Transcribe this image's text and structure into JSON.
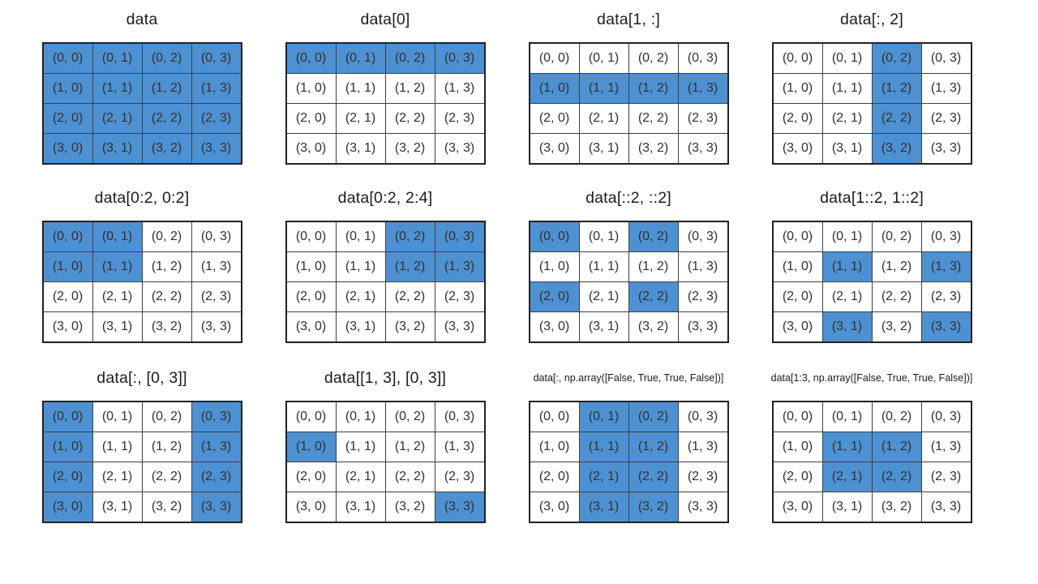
{
  "figure": {
    "description": "NumPy 2-D array indexing examples",
    "highlight_color": "#4e91d2",
    "grid_border_color": "#3f3f3f",
    "cell_labels": [
      [
        "(0, 0)",
        "(0, 1)",
        "(0, 2)",
        "(0, 3)"
      ],
      [
        "(1, 0)",
        "(1, 1)",
        "(1, 2)",
        "(1, 3)"
      ],
      [
        "(2, 0)",
        "(2, 1)",
        "(2, 2)",
        "(2, 3)"
      ],
      [
        "(3, 0)",
        "(3, 1)",
        "(3, 2)",
        "(3, 3)"
      ]
    ],
    "tables": [
      {
        "title": "data",
        "title_style": "normal",
        "highlight_mask": [
          [
            1,
            1,
            1,
            1
          ],
          [
            1,
            1,
            1,
            1
          ],
          [
            1,
            1,
            1,
            1
          ],
          [
            1,
            1,
            1,
            1
          ]
        ]
      },
      {
        "title": "data[0]",
        "title_style": "normal",
        "highlight_mask": [
          [
            1,
            1,
            1,
            1
          ],
          [
            0,
            0,
            0,
            0
          ],
          [
            0,
            0,
            0,
            0
          ],
          [
            0,
            0,
            0,
            0
          ]
        ]
      },
      {
        "title": "data[1, :]",
        "title_style": "normal",
        "highlight_mask": [
          [
            0,
            0,
            0,
            0
          ],
          [
            1,
            1,
            1,
            1
          ],
          [
            0,
            0,
            0,
            0
          ],
          [
            0,
            0,
            0,
            0
          ]
        ]
      },
      {
        "title": "data[:, 2]",
        "title_style": "normal",
        "highlight_mask": [
          [
            0,
            0,
            1,
            0
          ],
          [
            0,
            0,
            1,
            0
          ],
          [
            0,
            0,
            1,
            0
          ],
          [
            0,
            0,
            1,
            0
          ]
        ]
      },
      {
        "title": "data[0:2, 0:2]",
        "title_style": "normal",
        "highlight_mask": [
          [
            1,
            1,
            0,
            0
          ],
          [
            1,
            1,
            0,
            0
          ],
          [
            0,
            0,
            0,
            0
          ],
          [
            0,
            0,
            0,
            0
          ]
        ]
      },
      {
        "title": "data[0:2, 2:4]",
        "title_style": "normal",
        "highlight_mask": [
          [
            0,
            0,
            1,
            1
          ],
          [
            0,
            0,
            1,
            1
          ],
          [
            0,
            0,
            0,
            0
          ],
          [
            0,
            0,
            0,
            0
          ]
        ]
      },
      {
        "title": "data[::2, ::2]",
        "title_style": "normal",
        "highlight_mask": [
          [
            1,
            0,
            1,
            0
          ],
          [
            0,
            0,
            0,
            0
          ],
          [
            1,
            0,
            1,
            0
          ],
          [
            0,
            0,
            0,
            0
          ]
        ]
      },
      {
        "title": "data[1::2, 1::2]",
        "title_style": "normal",
        "highlight_mask": [
          [
            0,
            0,
            0,
            0
          ],
          [
            0,
            1,
            0,
            1
          ],
          [
            0,
            0,
            0,
            0
          ],
          [
            0,
            1,
            0,
            1
          ]
        ]
      },
      {
        "title": "data[:, [0, 3]]",
        "title_style": "normal",
        "highlight_mask": [
          [
            1,
            0,
            0,
            1
          ],
          [
            1,
            0,
            0,
            1
          ],
          [
            1,
            0,
            0,
            1
          ],
          [
            1,
            0,
            0,
            1
          ]
        ]
      },
      {
        "title": "data[[1, 3], [0, 3]]",
        "title_style": "normal",
        "highlight_mask": [
          [
            0,
            0,
            0,
            0
          ],
          [
            1,
            0,
            0,
            0
          ],
          [
            0,
            0,
            0,
            0
          ],
          [
            0,
            0,
            0,
            1
          ]
        ]
      },
      {
        "title": "data[:, np.array([False, True, True, False])]",
        "title_style": "small",
        "highlight_mask": [
          [
            0,
            1,
            1,
            0
          ],
          [
            0,
            1,
            1,
            0
          ],
          [
            0,
            1,
            1,
            0
          ],
          [
            0,
            1,
            1,
            0
          ]
        ]
      },
      {
        "title": "data[1:3, np.array([False, True, True, False])]",
        "title_style": "small",
        "highlight_mask": [
          [
            0,
            0,
            0,
            0
          ],
          [
            0,
            1,
            1,
            0
          ],
          [
            0,
            1,
            1,
            0
          ],
          [
            0,
            0,
            0,
            0
          ]
        ]
      }
    ]
  }
}
